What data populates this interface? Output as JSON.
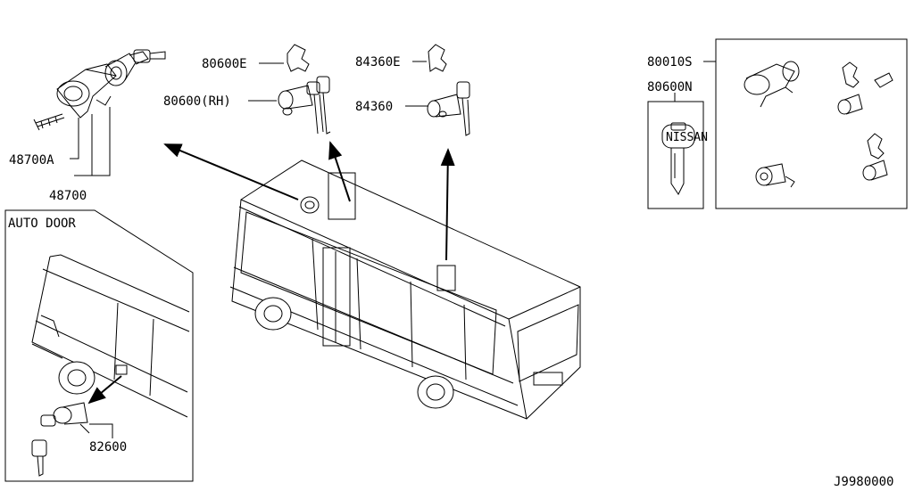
{
  "diagram": {
    "part_labels": {
      "p80600E": "80600E",
      "p80600RH": "80600(RH)",
      "p84360E": "84360E",
      "p84360": "84360",
      "p80010S": "80010S",
      "p80600N": "80600N",
      "p48700A": "48700A",
      "p48700": "48700",
      "p82600": "82600"
    },
    "inset_title": "AUTO DOOR",
    "key_logo": "NISSAN",
    "drawing_code": "J9980000"
  }
}
